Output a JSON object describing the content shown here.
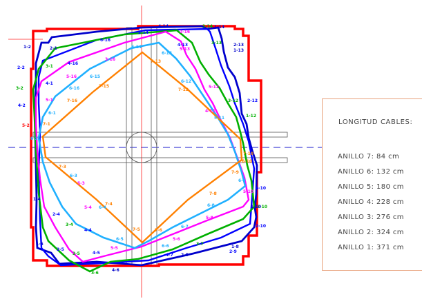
{
  "legend": {
    "title": "LONGITUD CABLES:",
    "rows": [
      {
        "ring": "ANILLO 7:",
        "length": "84 cm"
      },
      {
        "ring": "ANILLO 6:",
        "length": "132 cm"
      },
      {
        "ring": "ANILLO 5:",
        "length": "180 cm"
      },
      {
        "ring": "ANILLO 4:",
        "length": "228 cm"
      },
      {
        "ring": "ANILLO 3:",
        "length": "276 cm"
      },
      {
        "ring": "ANILLO 2:",
        "length": "324 cm"
      },
      {
        "ring": "ANILLO 1:",
        "length": "371 cm"
      }
    ]
  },
  "colors": {
    "outer_frame": "#ff0000",
    "ring_1": "#0000cc",
    "ring_2": "#0000ff",
    "ring_3": "#00b000",
    "ring_4": "#ff00ff",
    "ring_5": "#20b0ff",
    "ring_6": "#ff8000",
    "axis_dashed": "#1a1acc",
    "axis_vertical": "#ff2020",
    "structure": "#555555"
  },
  "node_labels": {
    "top": [
      "4-14",
      "2-14",
      "3-14",
      "1-14",
      "2-16",
      "6-16",
      "5-16",
      "3-16",
      "6-14",
      "4-13",
      "5-13",
      "3-13",
      "6-13",
      "7-13",
      "6-12",
      "7-12",
      "5-12",
      "1-13"
    ],
    "left": [
      "1-2",
      "2-2",
      "3-2",
      "4-2",
      "5-2",
      "6-2",
      "2-1",
      "3-1",
      "4-1",
      "5-1",
      "6-1",
      "7-1",
      "4-16",
      "5-16",
      "6-16",
      "7-15",
      "6-15",
      "7-16"
    ],
    "right": [
      "2-13",
      "1-12",
      "2-12",
      "3-12",
      "4-11",
      "5-11",
      "6-10",
      "7-9",
      "6-9",
      "5-10",
      "4-10",
      "3-10",
      "2-10",
      "1-10",
      "7-10"
    ],
    "bottom": [
      "1-5",
      "2-5",
      "3-5",
      "3-6",
      "4-6",
      "4-5",
      "5-5",
      "6-5",
      "7-5",
      "7-6",
      "6-6",
      "5-6",
      "4-7",
      "3-7",
      "2-8",
      "1-8",
      "2-9",
      "3-4",
      "4-4",
      "5-4",
      "6-4",
      "7-4",
      "1-4",
      "2-4",
      "7-3",
      "6-3",
      "5-3",
      "6-7",
      "6-8",
      "7-8",
      "5-8"
    ]
  }
}
